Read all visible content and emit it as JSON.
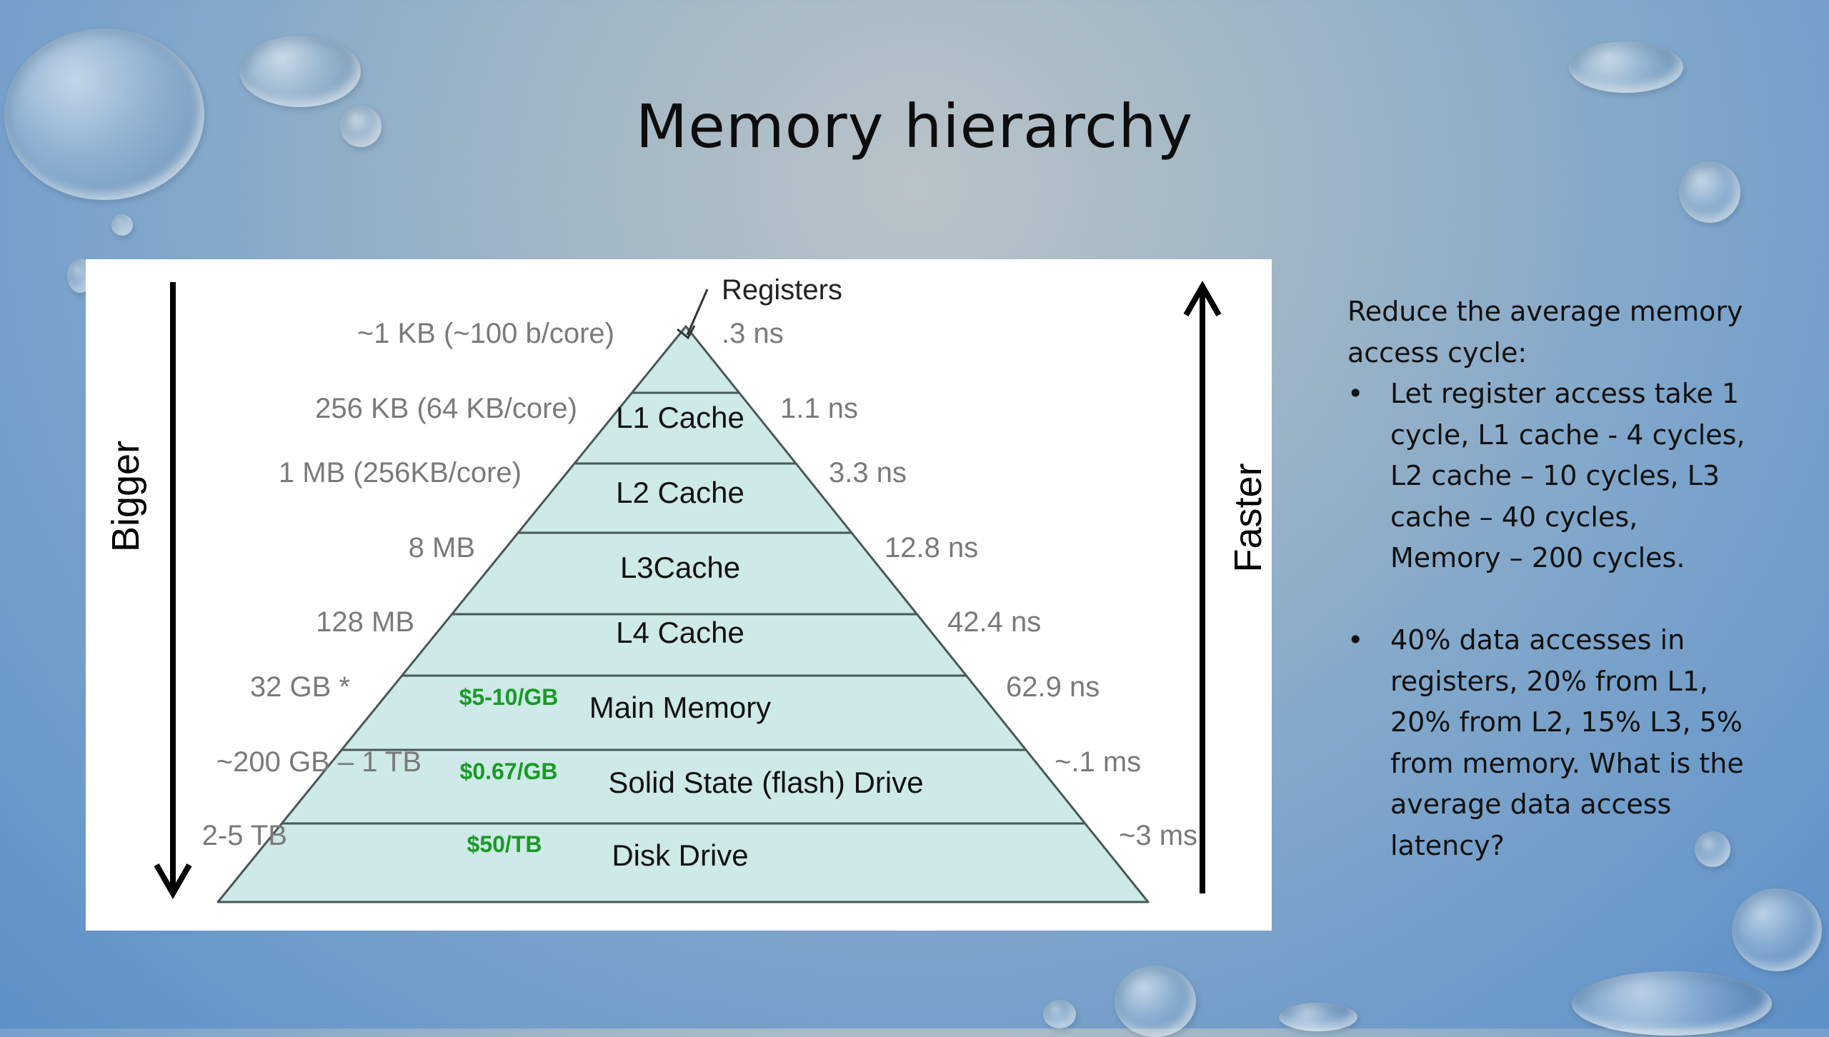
{
  "slide": {
    "title": "Memory hierarchy"
  },
  "diagram": {
    "top_label": "Registers",
    "left_axis_label": "Bigger",
    "right_axis_label": "Faster",
    "colors": {
      "fill": "#cde9e8",
      "line": "#4a5858",
      "price": "#1a9a25",
      "size_text": "#7a7a7a",
      "latency_text": "#7a7a7a"
    },
    "levels": [
      {
        "name": "",
        "size": "~1 KB (~100 b/core)",
        "latency": ".3 ns",
        "price": ""
      },
      {
        "name": "L1 Cache",
        "size": "256 KB (64 KB/core)",
        "latency": "1.1 ns",
        "price": ""
      },
      {
        "name": "L2 Cache",
        "size": "1 MB (256KB/core)",
        "latency": "3.3 ns",
        "price": ""
      },
      {
        "name": "L3Cache",
        "size": "8 MB",
        "latency": "12.8 ns",
        "price": ""
      },
      {
        "name": "L4 Cache",
        "size": "128 MB",
        "latency": "42.4 ns",
        "price": ""
      },
      {
        "name": "Main Memory",
        "size": "32 GB *",
        "latency": "62.9 ns",
        "price": "$5-10/GB"
      },
      {
        "name": "Solid State (flash) Drive",
        "size": "~200 GB – 1 TB",
        "latency": "~.1 ms",
        "price": "$0.67/GB"
      },
      {
        "name": "Disk Drive",
        "size": "2-5 TB",
        "latency": "~3 ms",
        "price": "$50/TB"
      }
    ]
  },
  "notes": {
    "intro": "Reduce the average memory access cycle:",
    "bullets": [
      "Let register access take 1 cycle, L1 cache - 4 cycles, L2 cache – 10 cycles, L3 cache – 40 cycles, Memory – 200 cycles.",
      "40% data accesses in registers, 20% from L1, 20% from L2, 15% L3, 5% from memory. What is the average data access latency?"
    ]
  }
}
